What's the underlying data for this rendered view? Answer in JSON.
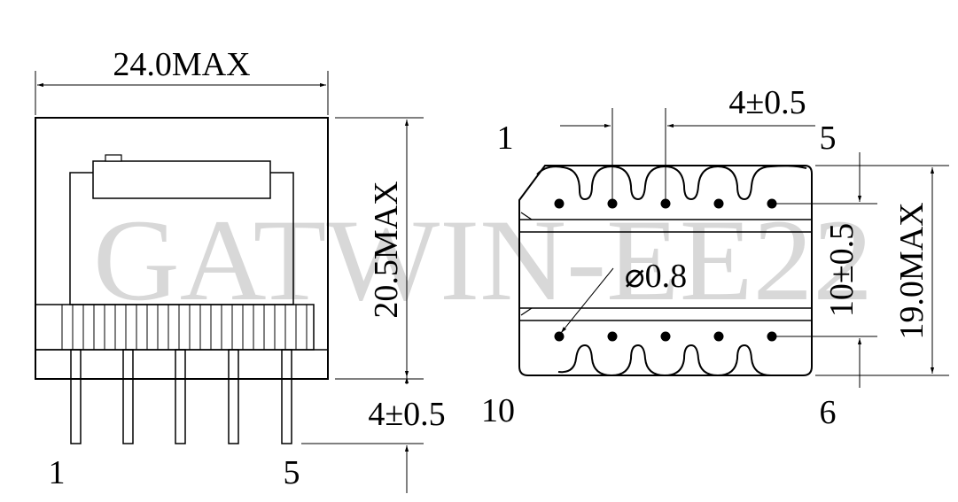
{
  "watermark": "GATWIN-EE22",
  "side_view": {
    "width_dim": "24.0MAX",
    "height_dim": "20.5MAX",
    "pin_pitch_dim": "4±0.5",
    "pin_label_first": "1",
    "pin_label_last": "5"
  },
  "bottom_view": {
    "pin_pitch_dim": "4±0.5",
    "row_spacing_dim": "10±0.5",
    "depth_dim": "19.0MAX",
    "hole_dim": "⌀0.8",
    "pin_label_top_left": "1",
    "pin_label_top_right": "5",
    "pin_label_bottom_left": "10",
    "pin_label_bottom_right": "6"
  }
}
